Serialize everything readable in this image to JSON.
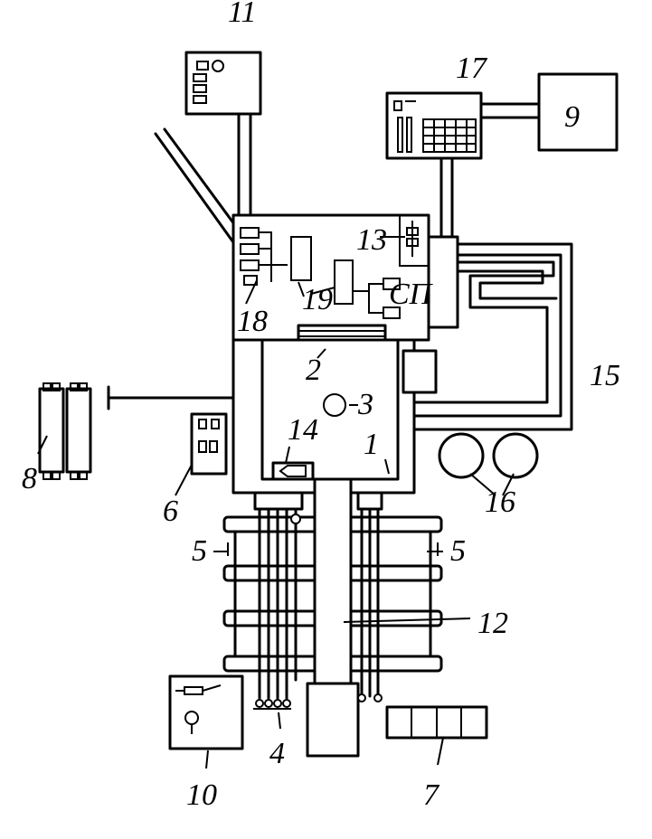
{
  "labels": {
    "l1": "1",
    "l2": "2",
    "l3": "3",
    "l4": "4",
    "l5a": "5",
    "l5b": "5",
    "l6": "6",
    "l7": "7",
    "l8": "8",
    "l9": "9",
    "l10": "10",
    "l11": "11",
    "l12": "12",
    "l13": "13",
    "l14": "14",
    "l15": "15",
    "l16": "16",
    "l17": "17",
    "l18": "18",
    "l19": "19",
    "lsp": "СП"
  }
}
